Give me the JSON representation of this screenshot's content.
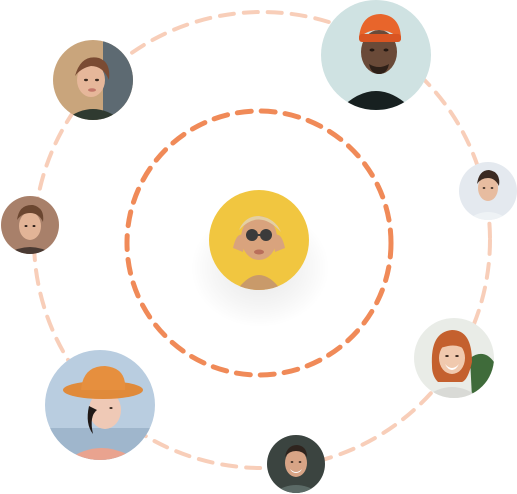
{
  "colors": {
    "inner_ring": "#f08a58",
    "outer_ring": "#f7c6ad",
    "background": "#ffffff"
  },
  "avatars": [
    {
      "id": "center",
      "icon": "woman-with-sunglasses-portrait"
    },
    {
      "id": "top-left",
      "icon": "woman-portrait"
    },
    {
      "id": "top-right",
      "icon": "man-with-orange-beanie-portrait"
    },
    {
      "id": "right-small",
      "icon": "young-man-portrait"
    },
    {
      "id": "left-small",
      "icon": "young-man-portrait"
    },
    {
      "id": "right-lower",
      "icon": "smiling-redhead-woman-portrait"
    },
    {
      "id": "bottom-left",
      "icon": "woman-with-orange-hat-portrait"
    },
    {
      "id": "bottom",
      "icon": "smiling-man-portrait"
    }
  ]
}
